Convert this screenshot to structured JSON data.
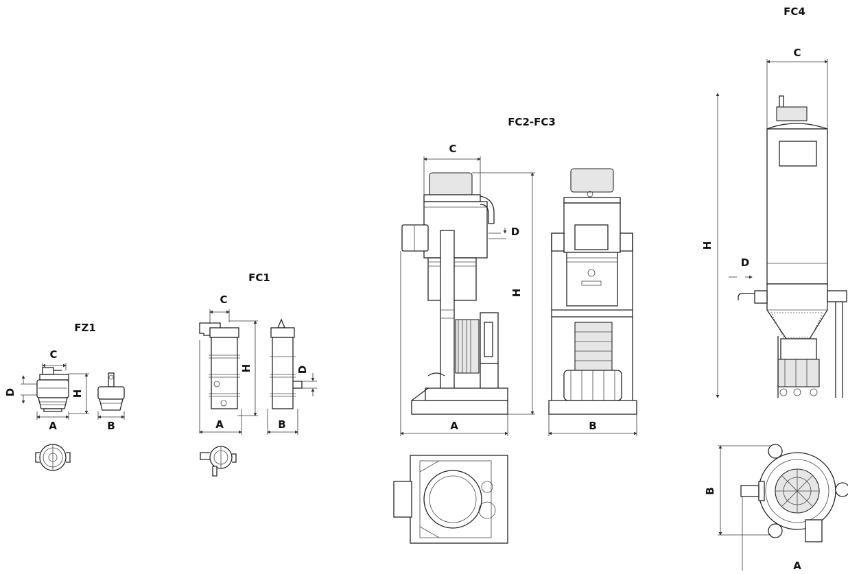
{
  "models": {
    "fz1": {
      "title": "FZ1",
      "dims": {
        "a": "A",
        "b": "B",
        "c": "C",
        "d": "D",
        "h": "H"
      }
    },
    "fc1": {
      "title": "FC1",
      "dims": {
        "a": "A",
        "b": "B",
        "c": "C",
        "d": "D",
        "h": "H"
      }
    },
    "fc2fc3": {
      "title": "FC2-FC3",
      "dims": {
        "a": "A",
        "b": "B",
        "c": "C",
        "d": "D",
        "h": "H"
      }
    },
    "fc4": {
      "title": "FC4",
      "dims": {
        "a": "A",
        "b": "B",
        "c": "C",
        "d": "D",
        "h": "H"
      }
    }
  }
}
